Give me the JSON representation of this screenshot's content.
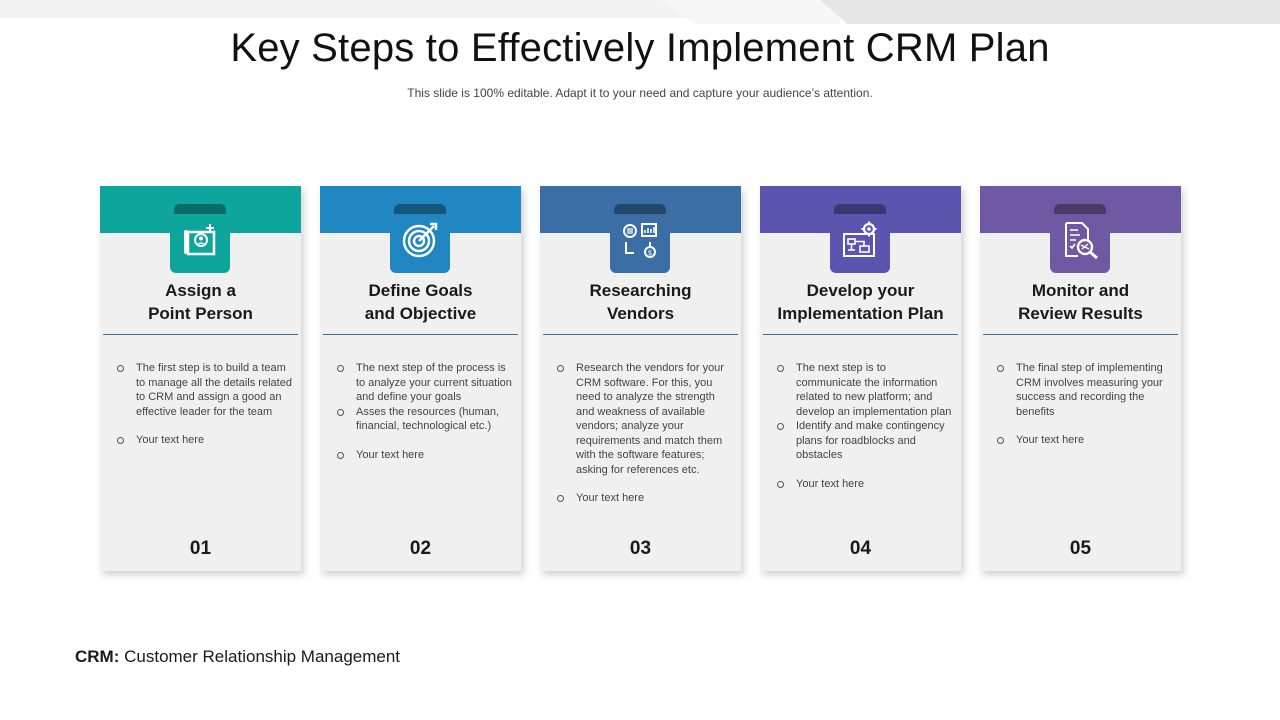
{
  "title": "Key Steps to Effectively Implement CRM Plan",
  "subtitle": "This slide is 100% editable. Adapt it to your need and capture your audience’s attention.",
  "steps": [
    {
      "title_line1": "Assign a",
      "title_line2": "Point Person",
      "color": "#0ea59c",
      "icon": "user-profile-icon",
      "bullets": [
        "The first step is to build a team to manage all the details related to CRM and assign a good an effective leader for the team",
        "Your text here"
      ],
      "number": "01"
    },
    {
      "title_line1": "Define Goals",
      "title_line2": "and Objective",
      "color": "#1f86c1",
      "icon": "target-icon",
      "bullets": [
        "The next step of the process is to analyze your current situation and define your goals",
        "Asses the resources (human, financial, technological etc.)",
        "Your text here"
      ],
      "number": "02"
    },
    {
      "title_line1": "Researching",
      "title_line2": "Vendors",
      "color": "#3a6ea5",
      "icon": "research-icon",
      "bullets": [
        "Research the vendors for your CRM software. For this, you need to analyze the strength and weakness of available vendors; analyze your requirements and match them with the software features; asking for references etc.",
        "Your text here"
      ],
      "number": "03"
    },
    {
      "title_line1": "Develop your",
      "title_line2": "Implementation Plan",
      "color": "#5c55b0",
      "icon": "plan-gear-icon",
      "bullets": [
        "The next step is to communicate the information related to new platform; and develop an implementation plan",
        "Identify and make contingency plans for roadblocks and obstacles",
        "Your text here"
      ],
      "number": "04"
    },
    {
      "title_line1": "Monitor and",
      "title_line2": "Review Results",
      "color": "#6f59a2",
      "icon": "document-magnifier-icon",
      "bullets": [
        "The final step of implementing CRM involves measuring your success and recording the benefits",
        "Your text here"
      ],
      "number": "05"
    }
  ],
  "footnote": {
    "term": "CRM:",
    "definition": " Customer Relationship Management"
  }
}
